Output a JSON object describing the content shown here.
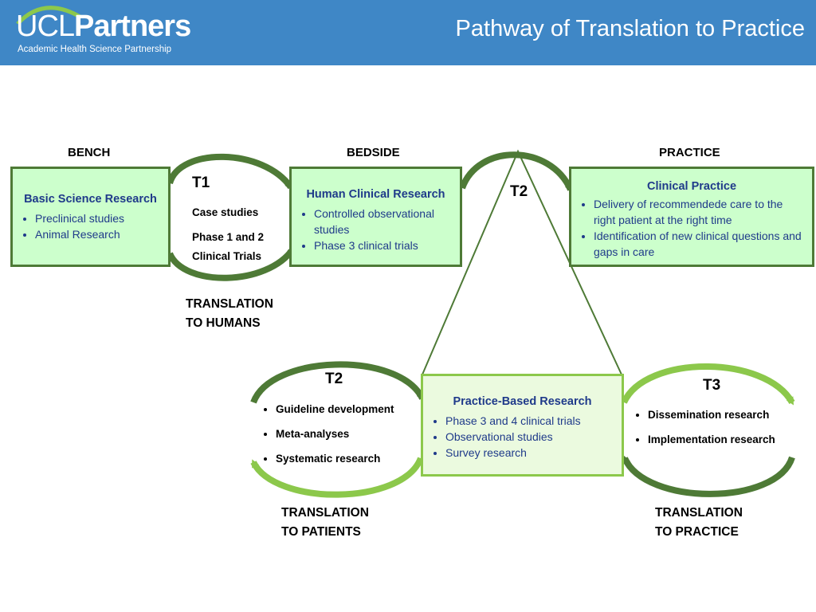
{
  "header": {
    "logo_light": "UCL",
    "logo_bold": "Partners",
    "logo_subtitle": "Academic Health Science Partnership",
    "title": "Pathway of Translation to Practice"
  },
  "columns": {
    "bench": "BENCH",
    "bedside": "BEDSIDE",
    "practice": "PRACTICE"
  },
  "boxes": {
    "basic": {
      "title": "Basic Science Research",
      "items": [
        "Preclinical studies",
        "Animal Research"
      ]
    },
    "human": {
      "title": "Human Clinical Research",
      "items": [
        "Controlled observational studies",
        "Phase 3 clinical trials"
      ]
    },
    "clinical": {
      "title": "Clinical Practice",
      "items": [
        "Delivery of recommendede care to the right patient at the right time",
        "Identification of new clinical questions and gaps in care"
      ]
    },
    "practice_based": {
      "title": "Practice-Based Research",
      "items": [
        "Phase 3 and 4 clinical trials",
        "Observational studies",
        "Survey research"
      ]
    }
  },
  "t1": {
    "label": "T1",
    "lines": [
      "Case studies",
      "Phase 1 and 2",
      "Clinical Trials"
    ],
    "translation": [
      "TRANSLATION",
      "TO HUMANS"
    ]
  },
  "t2_top": {
    "label": "T2"
  },
  "t2_bottom": {
    "label": "T2",
    "items": [
      "Guideline development",
      "Meta-analyses",
      "Systematic research"
    ],
    "translation": [
      "TRANSLATION",
      "TO PATIENTS"
    ]
  },
  "t3": {
    "label": "T3",
    "items": [
      "Dissemination research",
      "Implementation research"
    ],
    "translation": [
      "TRANSLATION",
      "TO PRACTICE"
    ]
  },
  "colors": {
    "header_bg": "#3f87c6",
    "box_fill": "#ccffcc",
    "box_border": "#4e7a36",
    "box_text": "#1f3a8a",
    "light_green": "#8cc84b",
    "dark_green": "#4e7a36"
  }
}
